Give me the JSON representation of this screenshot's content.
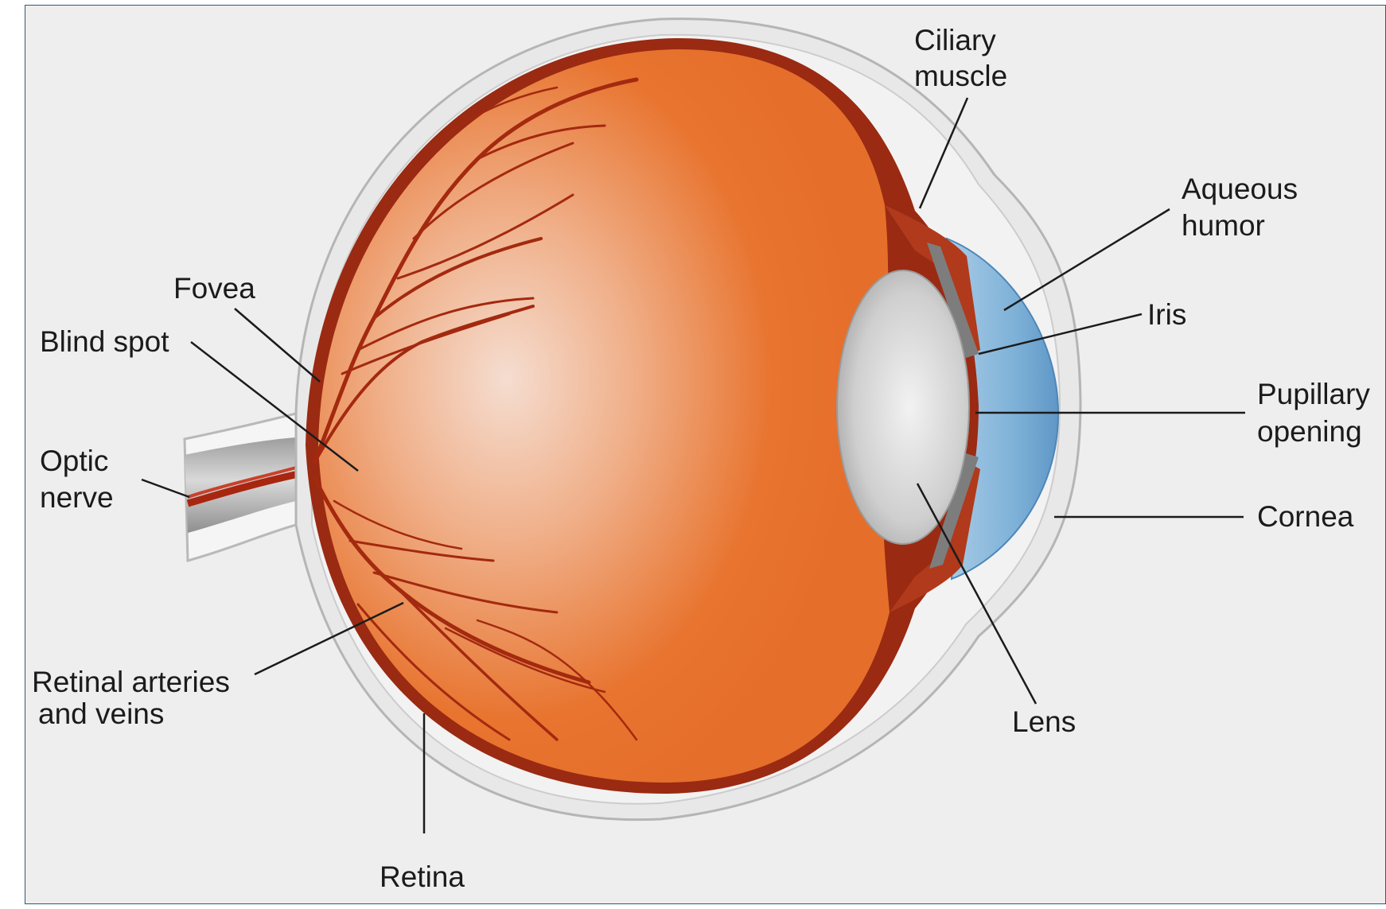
{
  "labels": {
    "ciliary_muscle": [
      "Ciliary",
      "muscle"
    ],
    "aqueous_humor": [
      "Aqueous",
      "humor"
    ],
    "iris": "Iris",
    "pupillary_opening": [
      "Pupillary",
      "opening"
    ],
    "cornea": "Cornea",
    "lens": "Lens",
    "fovea": "Fovea",
    "blind_spot": "Blind spot",
    "optic_nerve": [
      "Optic",
      "nerve"
    ],
    "retinal_arteries_veins": [
      "Retinal arteries",
      "and veins"
    ],
    "retina": "Retina"
  },
  "colors": {
    "background": "#eeeeee",
    "frame_border": "#2d5b7c",
    "sclera": "#e5e5e5",
    "choroid": "#9a2a12",
    "vitreous": "#e8742f",
    "vitreous_highlight": "#f4d8c6",
    "vessels": "#a3290f",
    "cornea_aqueous": "#7fb2d8",
    "lens": "#d6d6d6",
    "leader_lines": "#1b1b1b"
  }
}
